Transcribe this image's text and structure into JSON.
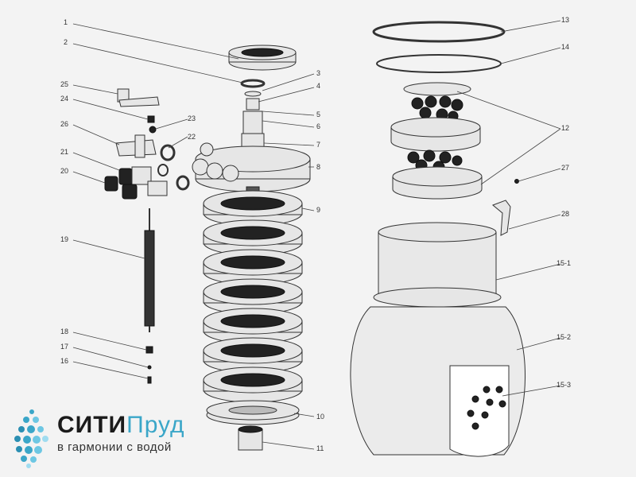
{
  "diagram": {
    "callouts": [
      "1",
      "2",
      "3",
      "4",
      "5",
      "6",
      "7",
      "8",
      "9",
      "10",
      "11",
      "12",
      "13",
      "14",
      "15-1",
      "15-2",
      "15-3",
      "16",
      "17",
      "18",
      "19",
      "20",
      "21",
      "22",
      "23",
      "24",
      "25",
      "26",
      "27",
      "28"
    ]
  },
  "brand": {
    "name_part1": "СИТИ",
    "name_part2": "Пруд",
    "tagline": "в гармонии с водой",
    "colors": {
      "dark": "#1a1a1a",
      "accent": "#3aa6c8"
    }
  }
}
